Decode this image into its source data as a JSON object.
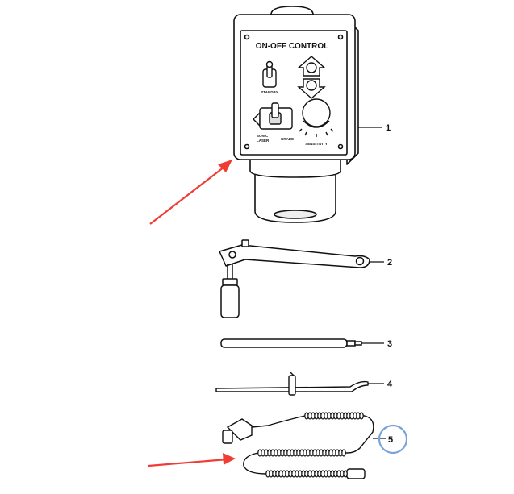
{
  "panel": {
    "title": "ON-OFF CONTROL",
    "standby": "STANDBY",
    "sonic": "SONIC",
    "laser": "LASER",
    "grade": "GRADE",
    "sensitivity": "SENSITIVITY"
  },
  "callouts": [
    "1",
    "2",
    "3",
    "4",
    "5"
  ],
  "colors": {
    "arrow": "#f03c32",
    "highlight_circle": "#7aa4d6",
    "line": "#111111"
  }
}
